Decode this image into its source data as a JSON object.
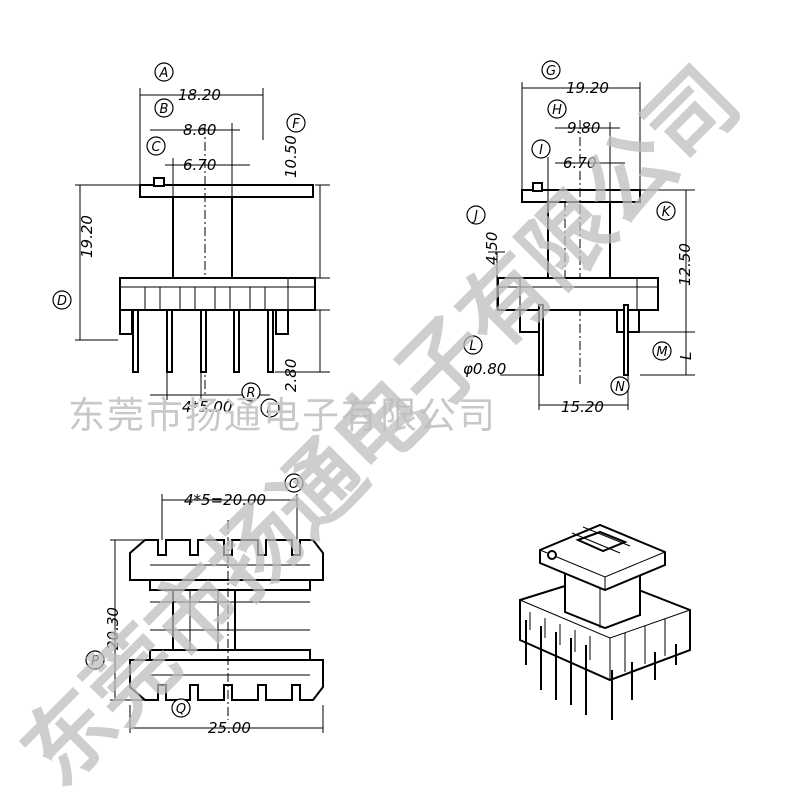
{
  "watermark": {
    "line_text": "东莞市扬通电子有限公司",
    "diagonal_text": "东莞市扬通电子有限公司"
  },
  "dimensions": {
    "a": "18.20",
    "b": "8.60",
    "c": "6.70",
    "d": "19.20",
    "f": "10.50",
    "r_pitch": "4*5.00",
    "l_len": "2.80",
    "g": "19.20",
    "h": "9.80",
    "i": "6.70",
    "j": "4.50",
    "k": "12.50",
    "pin_dia": "φ0.80",
    "m": "L",
    "n": "15.20",
    "o": "4*5=20.00",
    "p": "20.30",
    "q": "25.00"
  },
  "callouts": {
    "a": "A",
    "b": "B",
    "c": "C",
    "d": "D",
    "f": "F",
    "r": "R",
    "l1": "L",
    "g": "G",
    "h": "H",
    "i": "I",
    "j": "J",
    "k": "K",
    "l2": "L",
    "m": "M",
    "n": "N",
    "o": "O",
    "p": "P",
    "q": "Q"
  }
}
